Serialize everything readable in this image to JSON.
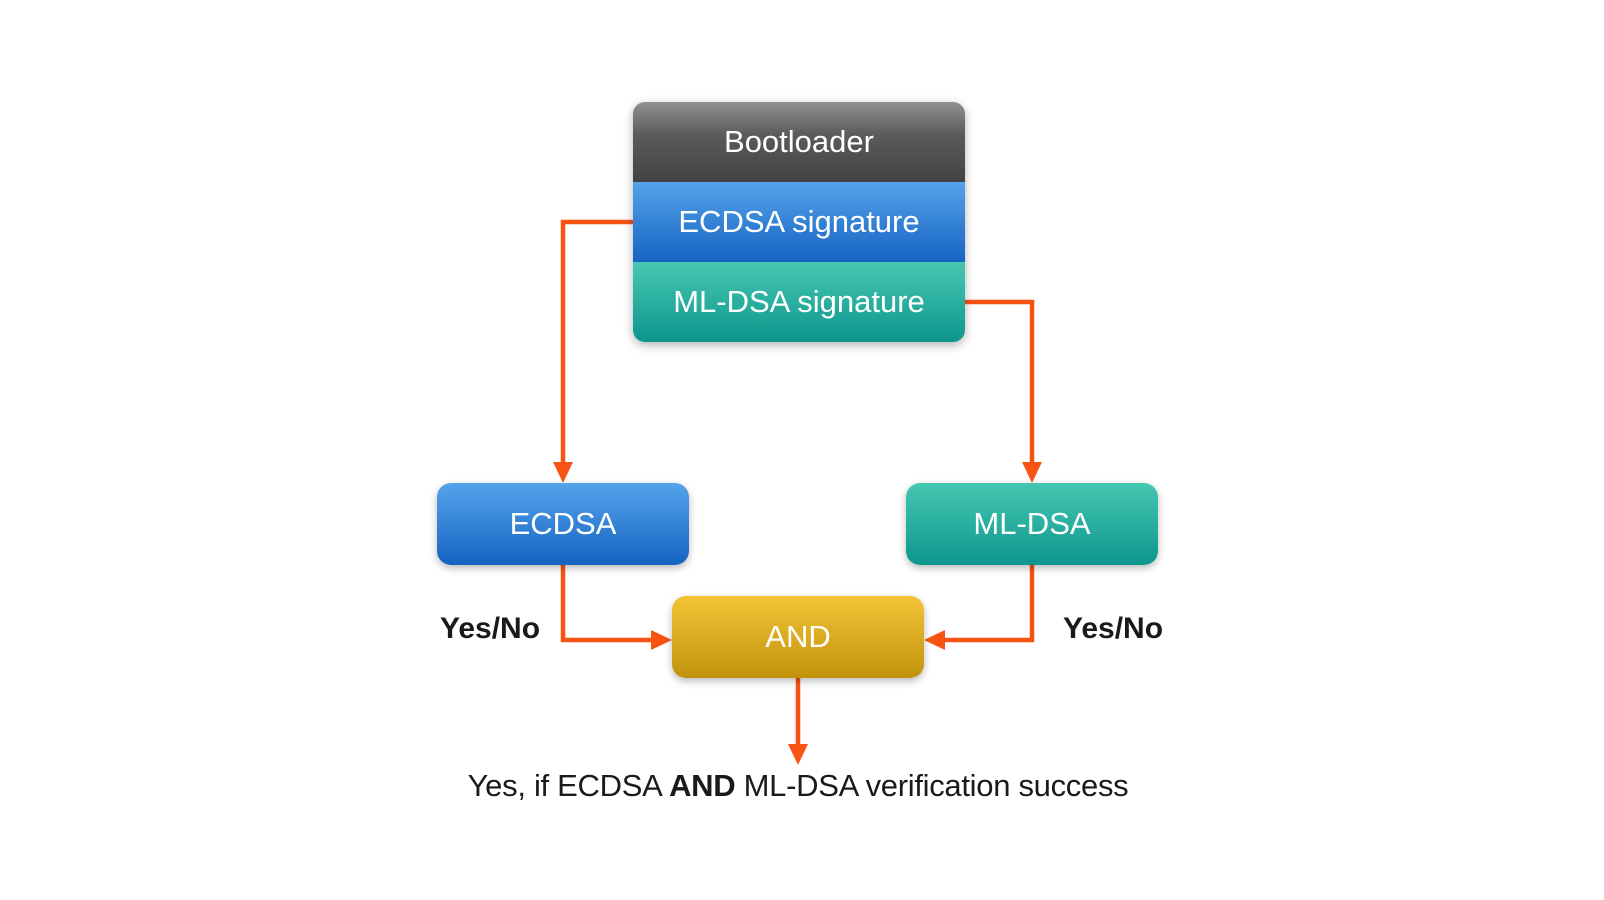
{
  "diagram": {
    "stack": {
      "bootloader_label": "Bootloader",
      "ecdsa_signature_label": "ECDSA signature",
      "mldsa_signature_label": "ML-DSA signature"
    },
    "nodes": {
      "ecdsa_label": "ECDSA",
      "mldsa_label": "ML-DSA",
      "and_label": "AND"
    },
    "labels": {
      "yes_no_left": "Yes/No",
      "yes_no_right": "Yes/No",
      "caption_prefix": "Yes, if ECDSA ",
      "caption_bold": "AND",
      "caption_suffix": " ML-DSA verification success"
    },
    "colors": {
      "arrow": "#F75414",
      "gray_top": "#909090",
      "gray_bottom": "#414141",
      "blue_top": "#55A3EA",
      "blue_bottom": "#1563C2",
      "teal_top": "#47C7B1",
      "teal_bottom": "#0D968E",
      "gold_top": "#F3C337",
      "gold_bottom": "#C1920C",
      "text_on_box": "#FFFFFF",
      "caption_text": "#1A1A1A"
    }
  }
}
